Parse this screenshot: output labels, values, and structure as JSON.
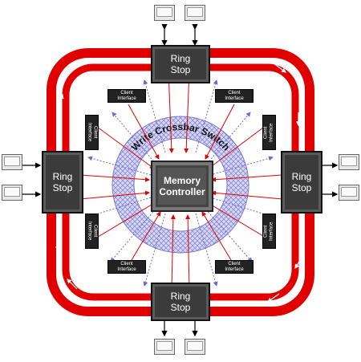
{
  "ring_stop_label_line1": "Ring",
  "ring_stop_label_line2": "Stop",
  "client_interface_line1": "Client",
  "client_interface_line2": "Interface",
  "crossbar_label": "Write Crossbar Switch",
  "memory_controller_line1": "Memory",
  "memory_controller_line2": "Controller",
  "colors": {
    "ring": "#e00000",
    "ring_stop": "#3b3b3b",
    "memory": "#555555",
    "crossbar_fill": "#c8c8f0",
    "crossbar_hatch": "#7a7acc",
    "read_arrow": "#e00000",
    "write_arrow": "#7070d0"
  }
}
